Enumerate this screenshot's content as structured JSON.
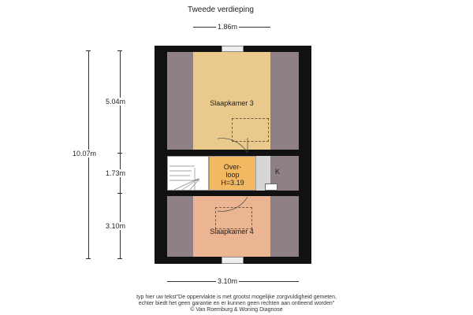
{
  "title": "Tweede verdieping",
  "dimensions": {
    "top_width": "1.86m",
    "bottom_width": "3.10m",
    "total_length": "10.07m",
    "seg1": "5.04m",
    "seg2": "1.73m",
    "seg3": "3.10m"
  },
  "rooms": {
    "slaapkamer3": "Slaapkamer 3",
    "overloop_1": "Over-",
    "overloop_2": "loop",
    "overloop_height": "H=3.19",
    "k": "K",
    "slaapkamer4": "Slaapkamer 4"
  },
  "colors": {
    "wall": "#111111",
    "roof_slope": "#8e8084",
    "bedroom3": "#e9c98c",
    "overloop": "#f3b862",
    "bedroom4": "#ebb493"
  },
  "footer": {
    "line1": "typ hier uw tekst\"De oppervlakte is met grootst mogelijke zorgvuldigheid gemeten,",
    "line2": "echter biedt het geen garantie en er kunnen geen rechten aan ontleend worden\"",
    "line3": "© Van Roemburg & Woning Diagnose"
  }
}
